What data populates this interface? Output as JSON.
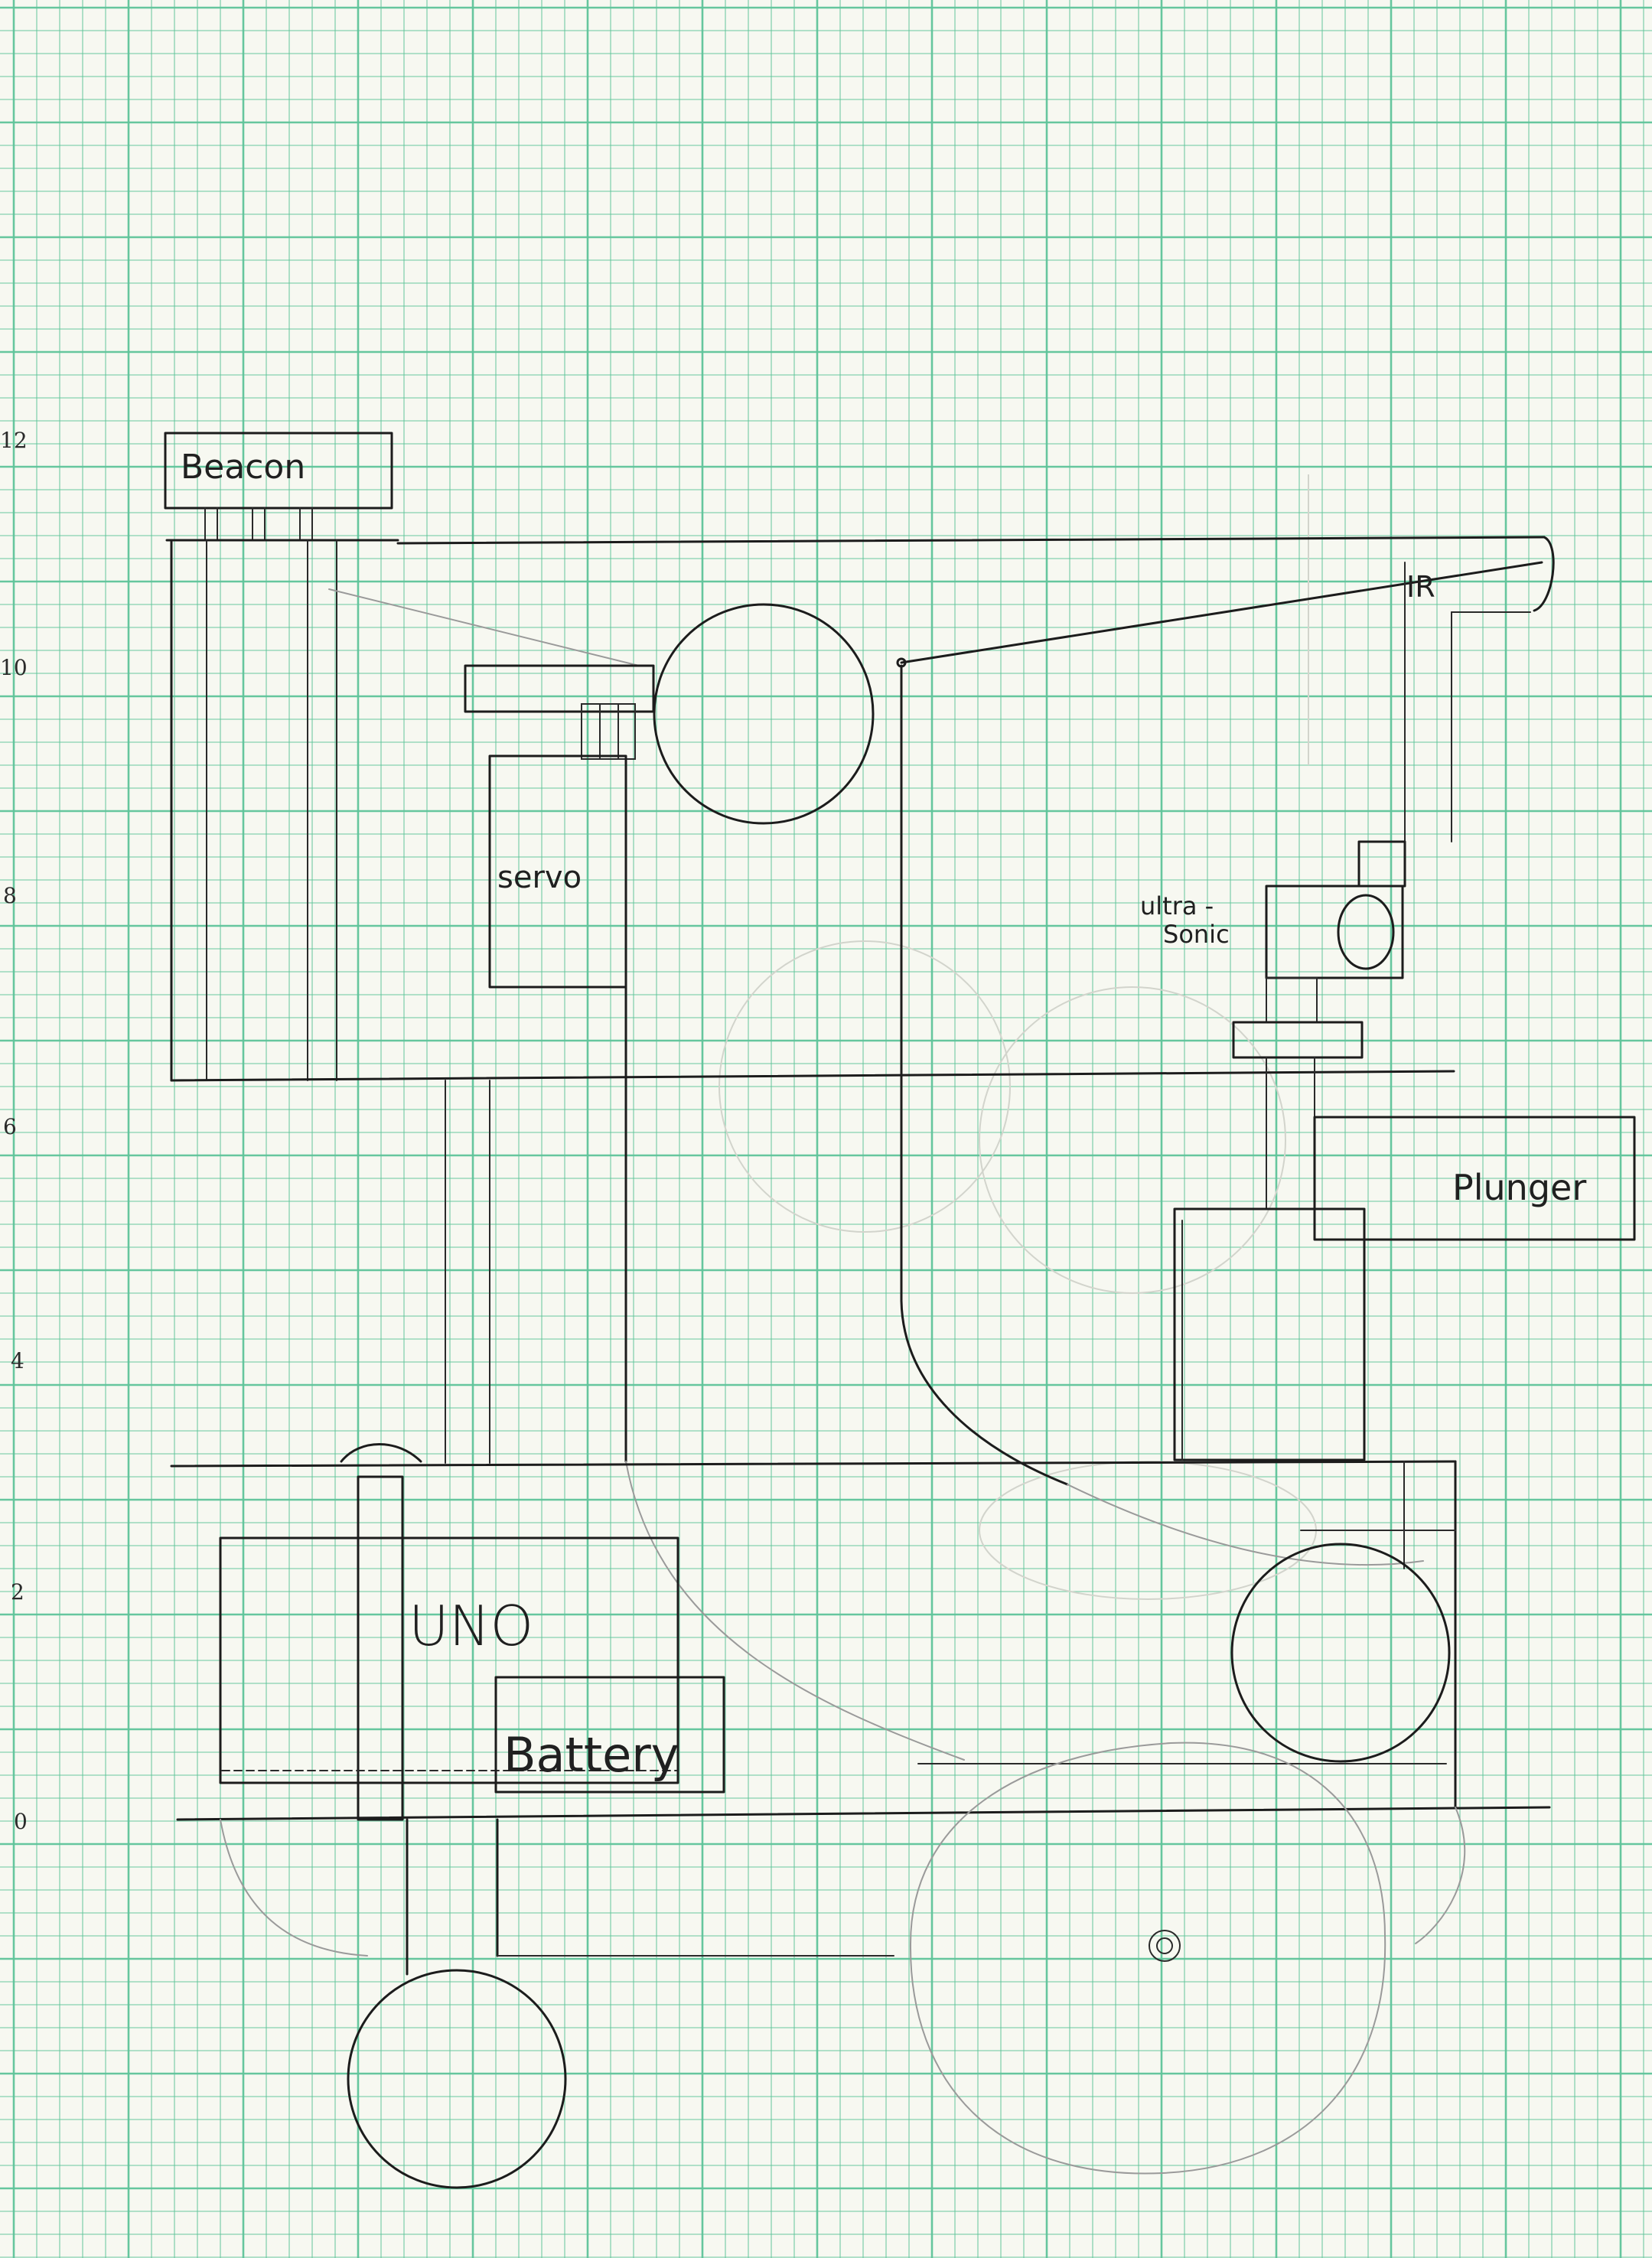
{
  "diagram": {
    "labels": {
      "beacon": "Beacon",
      "servo": "servo",
      "ultrasonic_line1": "ultra -",
      "ultrasonic_line2": "Sonic",
      "ir": "IR",
      "plunger": "Plunger",
      "uno": "UNO",
      "battery": "Battery"
    },
    "axis_ticks": [
      "12",
      "10",
      "8",
      "6",
      "4",
      "2",
      "0"
    ]
  },
  "colors": {
    "paper": "#f7f8f1",
    "grid": "#5fc49a",
    "pencil": "#1c1c1c"
  }
}
